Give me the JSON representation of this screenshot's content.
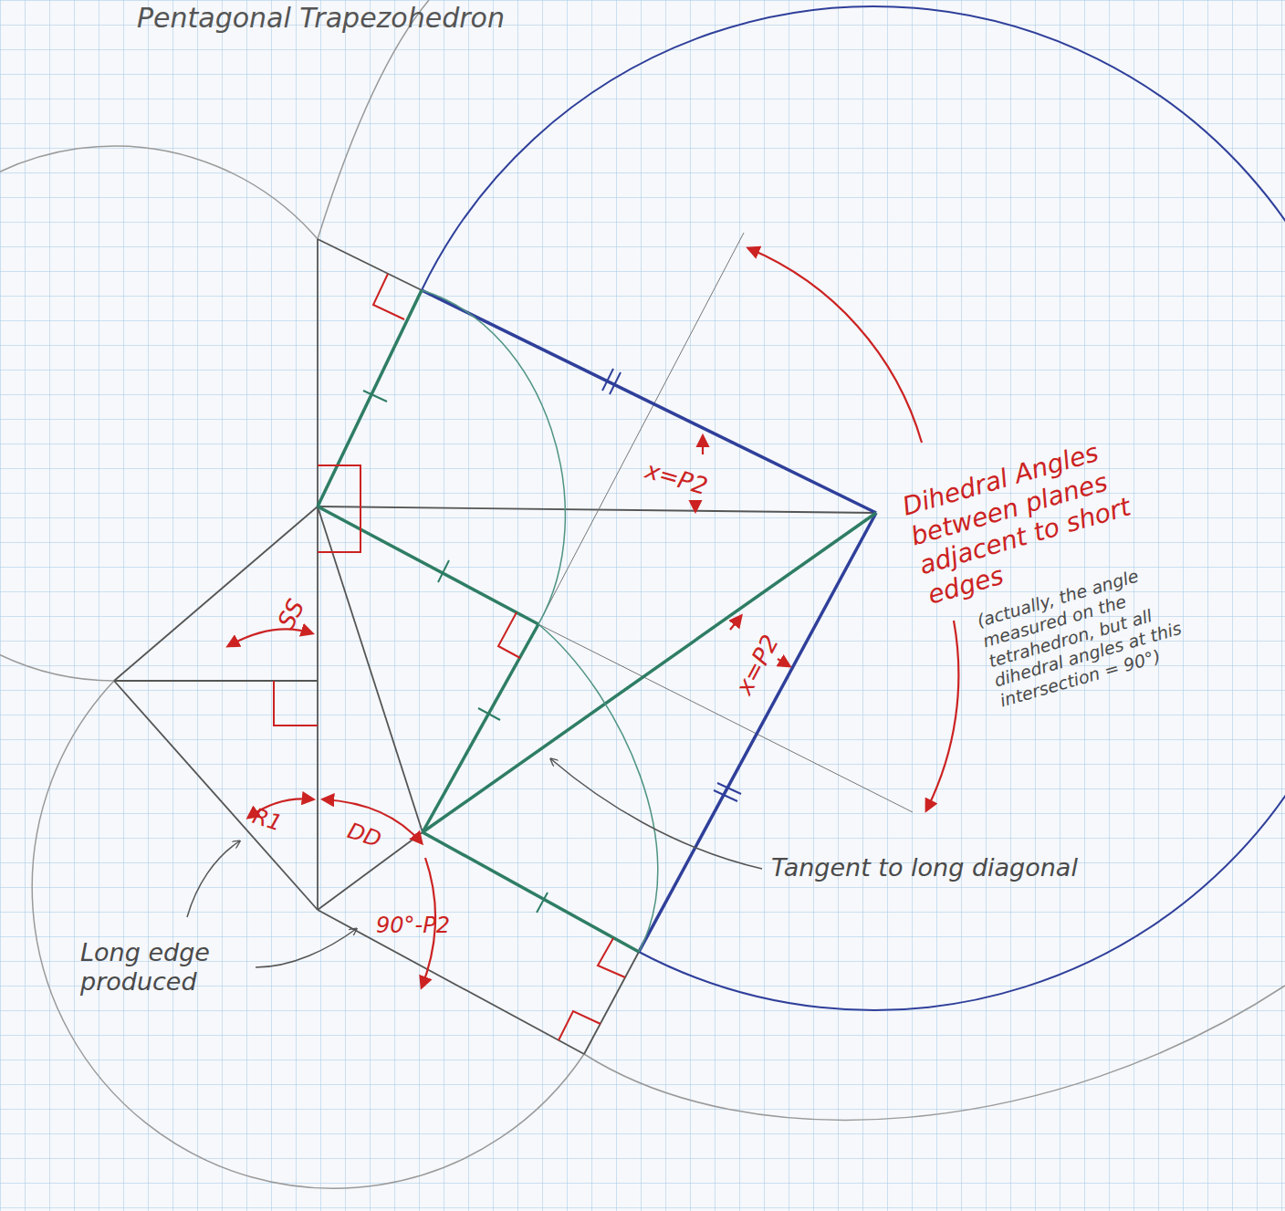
{
  "diagram": {
    "title": "Pentagonal Trapezohedron",
    "labels": [
      "x=P2",
      "x=P2",
      "SS",
      "R1",
      "DD",
      "90°-P2",
      "Dihedral Angles between planes adjacent to short edges",
      "(actually, the angle measured on the tetrahedron, but all dihedral angles at this intersection = 90°)",
      "Tangent to long diagonal",
      "Long edge produced"
    ]
  }
}
